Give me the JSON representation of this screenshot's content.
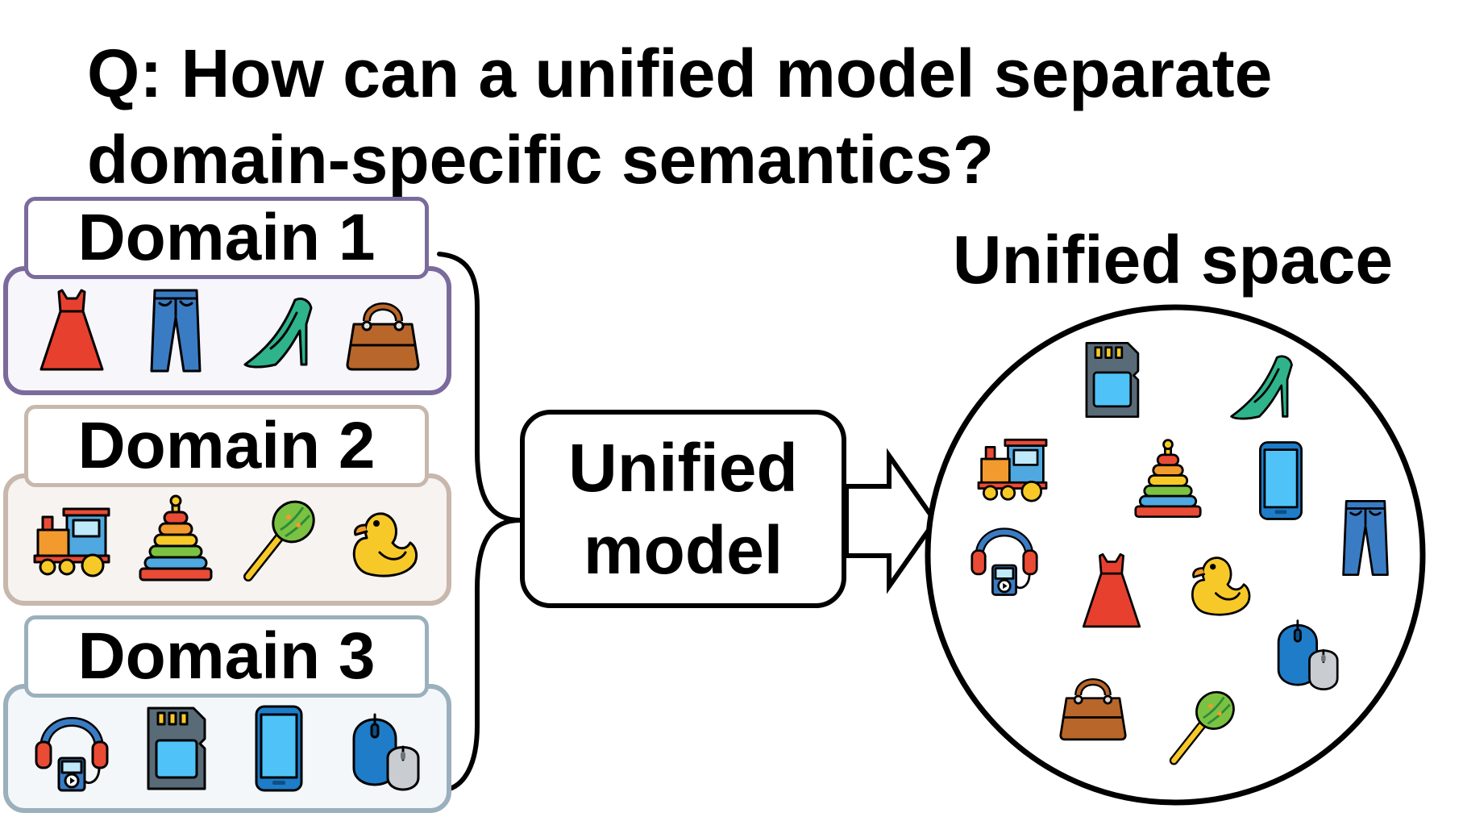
{
  "question": {
    "line1": "Q: How can a unified model separate",
    "line2": "domain-specific semantics?"
  },
  "domains": [
    {
      "label": "Domain 1",
      "border_color": "#7b6b9c",
      "panel_fill": "#f6f6fb",
      "icons": [
        "dress-icon",
        "jeans-icon",
        "high-heel-icon",
        "handbag-icon"
      ]
    },
    {
      "label": "Domain 2",
      "border_color": "#c8b7ad",
      "panel_fill": "#f7f3f1",
      "icons": [
        "toy-train-icon",
        "ring-stacker-icon",
        "maraca-icon",
        "rubber-duck-icon"
      ]
    },
    {
      "label": "Domain 3",
      "border_color": "#9ab0bd",
      "panel_fill": "#f4f7f9",
      "icons": [
        "headphones-music-player-icon",
        "sd-card-icon",
        "smartphone-icon",
        "computer-mouse-icon"
      ]
    }
  ],
  "model": {
    "line1": "Unified",
    "line2": "model"
  },
  "space": {
    "label": "Unified space",
    "icons": [
      "sd-card-icon",
      "high-heel-icon",
      "toy-train-icon",
      "ring-stacker-icon",
      "smartphone-icon",
      "jeans-icon",
      "headphones-music-player-icon",
      "dress-icon",
      "rubber-duck-icon",
      "computer-mouse-icon",
      "handbag-icon",
      "maraca-icon"
    ]
  },
  "colors": {
    "stroke": "#000000",
    "dress": "#e8402f",
    "jeans": "#3a7cc4",
    "heel": "#2fb38a",
    "bag": "#b8662a",
    "duck": "#f7c928",
    "device_blue": "#4fc3f7",
    "mouse_blue": "#1e7cc8"
  }
}
